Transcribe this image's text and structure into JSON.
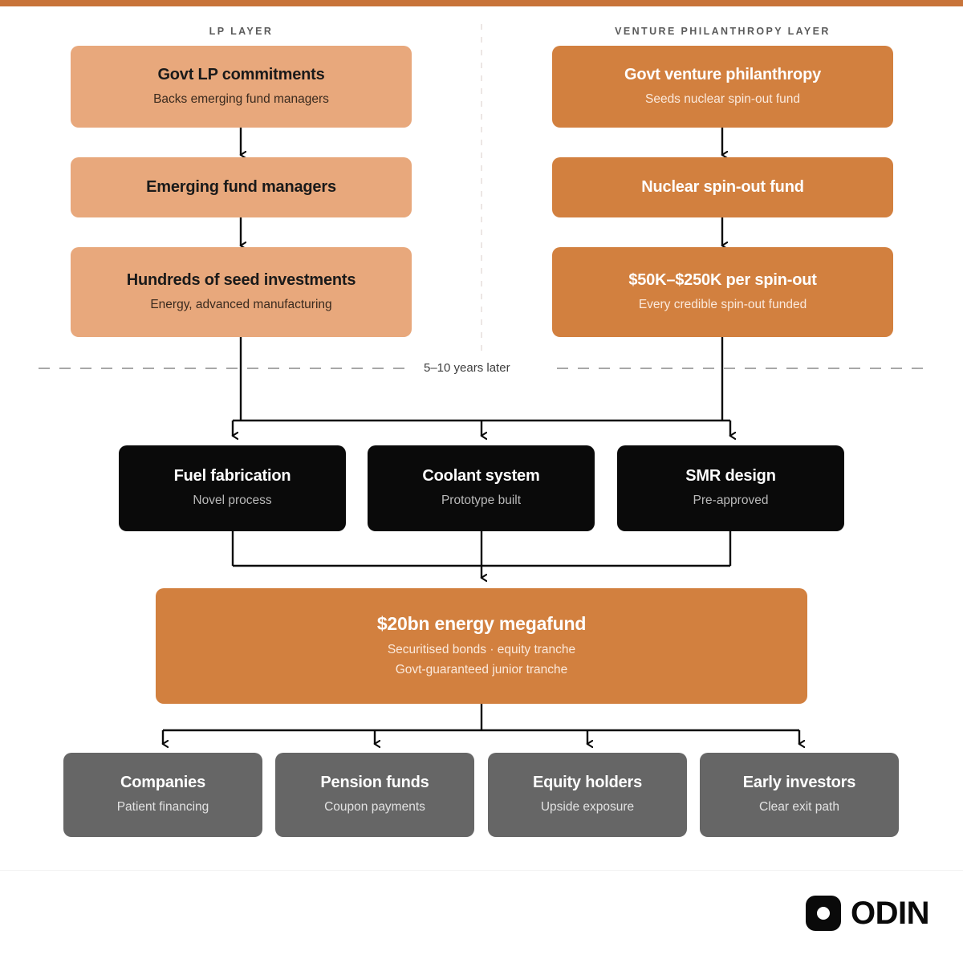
{
  "theme": {
    "accent_orange": "#c8743a",
    "light_orange": "#e8a87c",
    "dark_orange": "#d2803f",
    "black": "#0a0a0a",
    "gray": "#666666"
  },
  "columns": [
    {
      "label": "LP LAYER"
    },
    {
      "label": "VENTURE PHILANTHROPY LAYER"
    }
  ],
  "lp_layer": {
    "nodes": [
      {
        "title": "Govt LP commitments",
        "sub": "Backs emerging fund managers"
      },
      {
        "title": "Emerging fund managers",
        "sub": ""
      },
      {
        "title": "Hundreds of seed investments",
        "sub": "Energy, advanced manufacturing"
      }
    ]
  },
  "vp_layer": {
    "nodes": [
      {
        "title": "Govt venture philanthropy",
        "sub": "Seeds nuclear spin-out fund"
      },
      {
        "title": "Nuclear spin-out fund",
        "sub": ""
      },
      {
        "title": "$50K–$250K per spin-out",
        "sub": "Every credible spin-out funded"
      }
    ]
  },
  "timeline": {
    "label": "5–10 years later"
  },
  "tech_layer": {
    "nodes": [
      {
        "title": "Fuel fabrication",
        "sub": "Novel process"
      },
      {
        "title": "Coolant system",
        "sub": "Prototype built"
      },
      {
        "title": "SMR design",
        "sub": "Pre-approved"
      }
    ]
  },
  "megafund": {
    "title": "$20bn energy megafund",
    "sub": "Securitised bonds · equity tranche",
    "sub2": "Govt-guaranteed junior tranche"
  },
  "beneficiaries": {
    "nodes": [
      {
        "title": "Companies",
        "sub": "Patient financing"
      },
      {
        "title": "Pension funds",
        "sub": "Coupon payments"
      },
      {
        "title": "Equity holders",
        "sub": "Upside exposure"
      },
      {
        "title": "Early investors",
        "sub": "Clear exit path"
      }
    ]
  },
  "logo": {
    "text": "ODIN"
  }
}
